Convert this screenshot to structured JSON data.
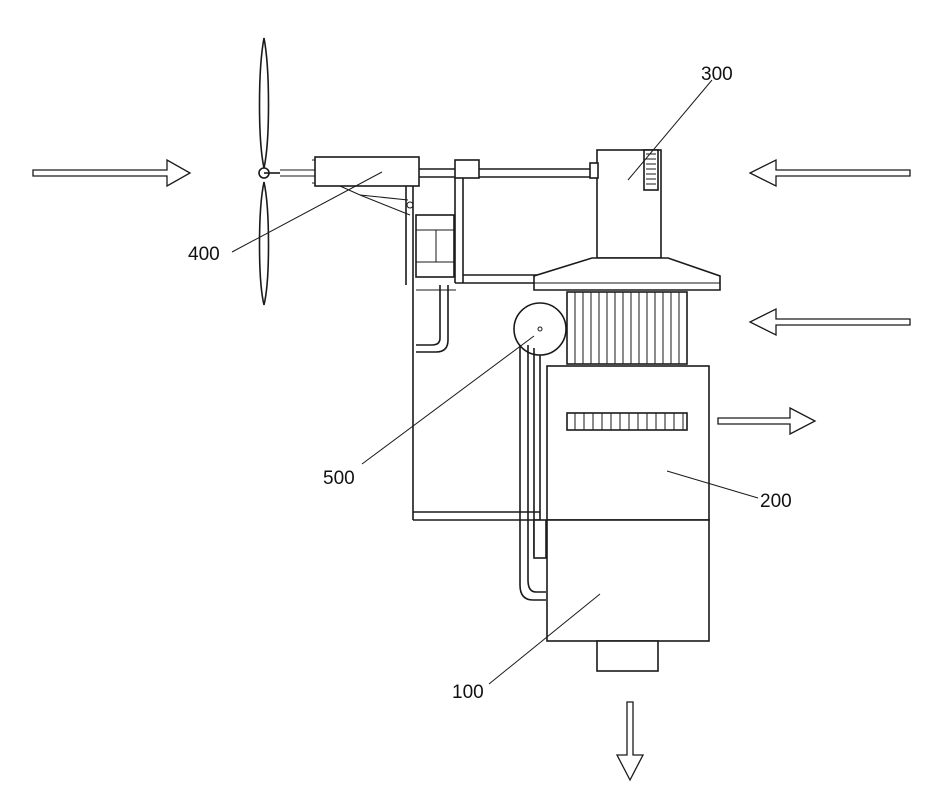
{
  "labels": {
    "ref_100": "100",
    "ref_200": "200",
    "ref_300": "300",
    "ref_400": "400",
    "ref_500": "500"
  },
  "colors": {
    "line": "#1a1a1a",
    "background": "#ffffff"
  }
}
